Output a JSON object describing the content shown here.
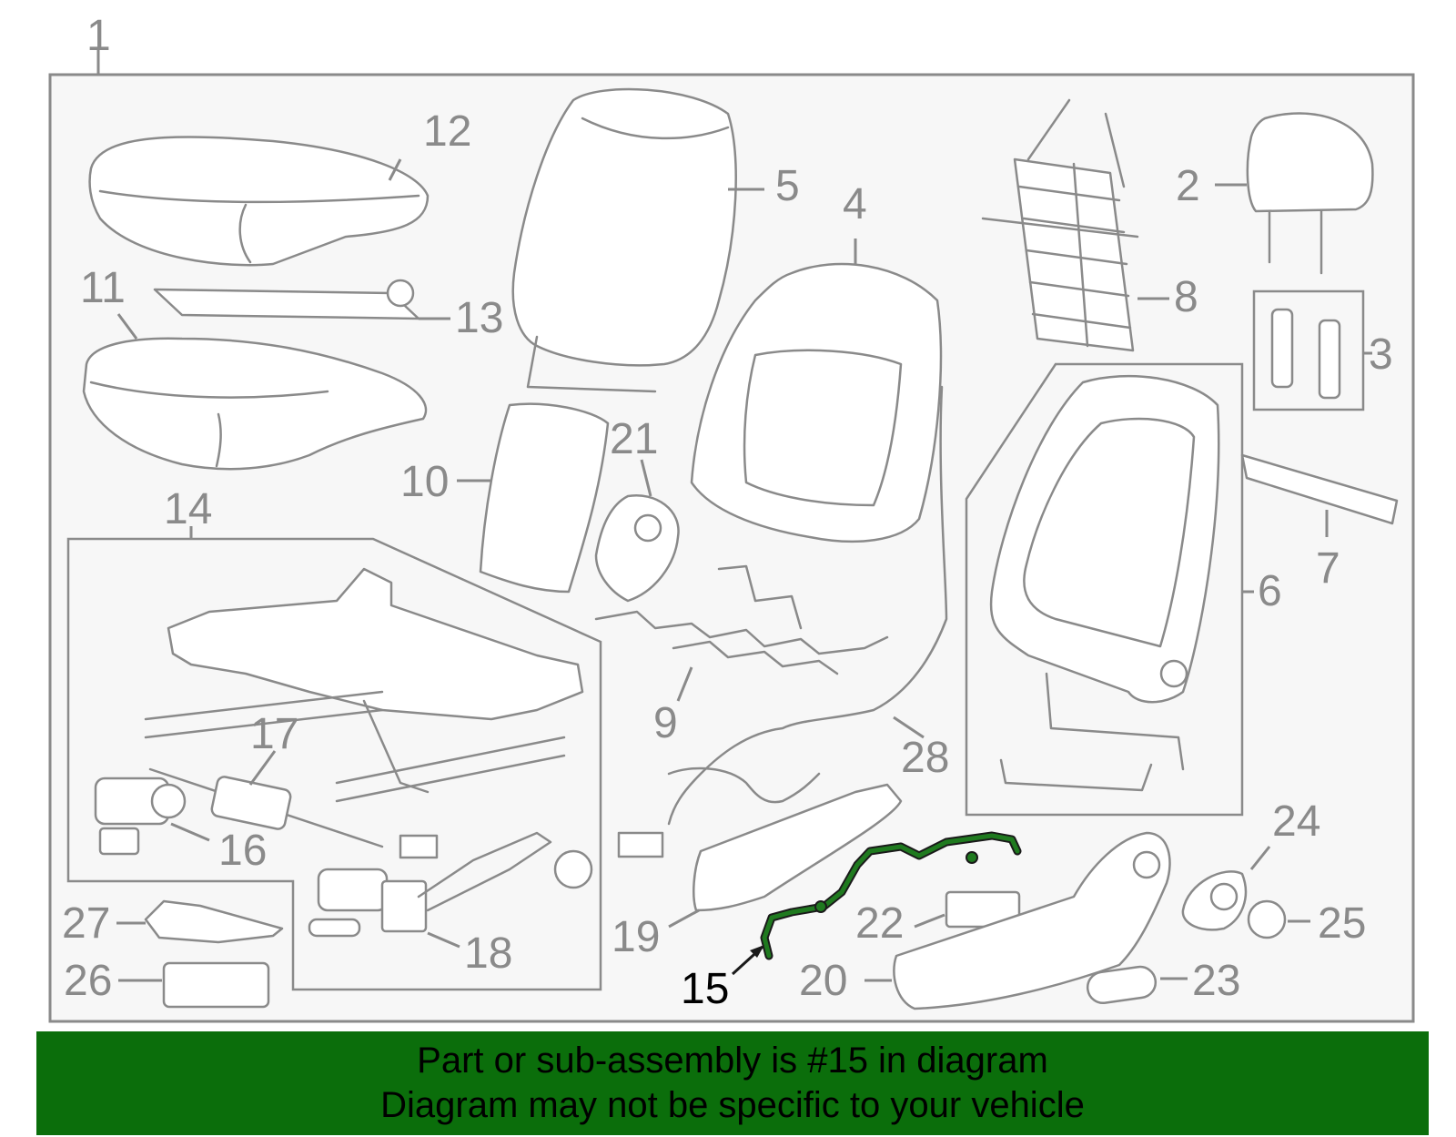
{
  "callouts": [
    {
      "id": "1",
      "label": "1"
    },
    {
      "id": "2",
      "label": "2"
    },
    {
      "id": "3",
      "label": "3"
    },
    {
      "id": "4",
      "label": "4"
    },
    {
      "id": "5",
      "label": "5"
    },
    {
      "id": "6",
      "label": "6"
    },
    {
      "id": "7",
      "label": "7"
    },
    {
      "id": "8",
      "label": "8"
    },
    {
      "id": "9",
      "label": "9"
    },
    {
      "id": "10",
      "label": "10"
    },
    {
      "id": "11",
      "label": "11"
    },
    {
      "id": "12",
      "label": "12"
    },
    {
      "id": "13",
      "label": "13"
    },
    {
      "id": "14",
      "label": "14"
    },
    {
      "id": "15",
      "label": "15"
    },
    {
      "id": "16",
      "label": "16"
    },
    {
      "id": "17",
      "label": "17"
    },
    {
      "id": "18",
      "label": "18"
    },
    {
      "id": "19",
      "label": "19"
    },
    {
      "id": "20",
      "label": "20"
    },
    {
      "id": "21",
      "label": "21"
    },
    {
      "id": "22",
      "label": "22"
    },
    {
      "id": "23",
      "label": "23"
    },
    {
      "id": "24",
      "label": "24"
    },
    {
      "id": "25",
      "label": "25"
    },
    {
      "id": "26",
      "label": "26"
    },
    {
      "id": "27",
      "label": "27"
    },
    {
      "id": "28",
      "label": "28"
    }
  ],
  "highlighted_part": "15",
  "banner": {
    "line1": "Part or sub-assembly is #15 in diagram",
    "line2": "Diagram may not be specific to your vehicle"
  },
  "colors": {
    "banner_bg": "#0b6e0b",
    "highlight_part": "#1f7a1f",
    "line_art": "#8a8a8a",
    "panel_bg": "#f7f7f7"
  }
}
